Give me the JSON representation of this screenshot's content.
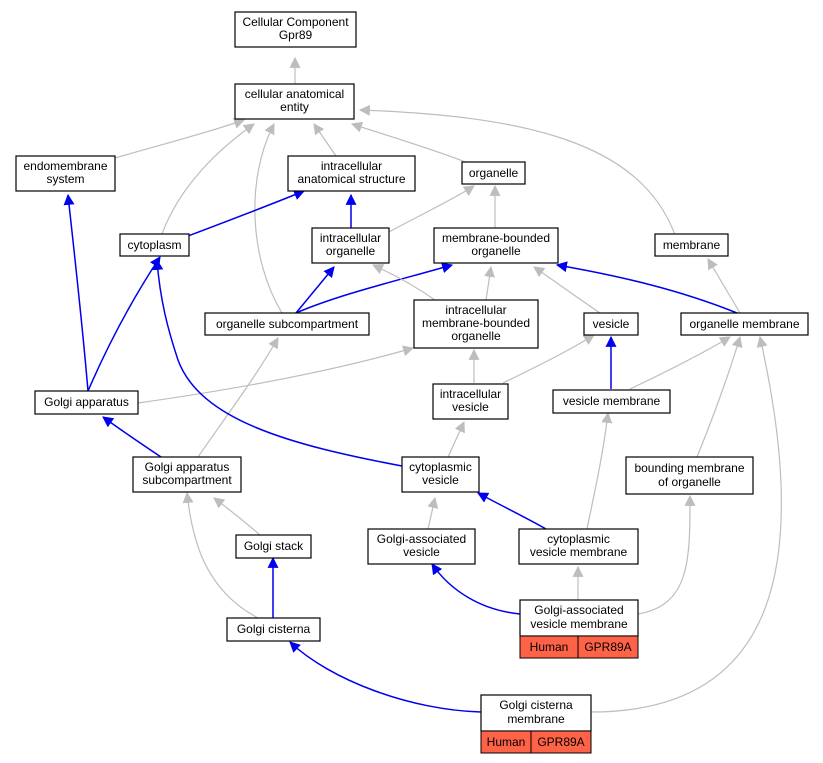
{
  "colors": {
    "is_a_edge": "#bdbdbd",
    "part_of_edge": "#0000ee",
    "annotation_badge": "#ff6347"
  },
  "nodes": {
    "cc_root": {
      "lines": [
        "Cellular Component",
        "Gpr89"
      ]
    },
    "cellular_anatomical_entity": {
      "lines": [
        "cellular anatomical",
        "entity"
      ]
    },
    "endomembrane_system": {
      "lines": [
        "endomembrane",
        "system"
      ]
    },
    "intracellular_anatomical_structure": {
      "lines": [
        "intracellular",
        "anatomical structure"
      ]
    },
    "organelle": {
      "lines": [
        "organelle"
      ]
    },
    "cytoplasm": {
      "lines": [
        "cytoplasm"
      ]
    },
    "intracellular_organelle": {
      "lines": [
        "intracellular",
        "organelle"
      ]
    },
    "membrane_bounded_organelle": {
      "lines": [
        "membrane-bounded",
        "organelle"
      ]
    },
    "membrane": {
      "lines": [
        "membrane"
      ]
    },
    "organelle_subcompartment": {
      "lines": [
        "organelle subcompartment"
      ]
    },
    "intracellular_membrane_bounded_organelle": {
      "lines": [
        "intracellular",
        "membrane-bounded",
        "organelle"
      ]
    },
    "vesicle": {
      "lines": [
        "vesicle"
      ]
    },
    "organelle_membrane": {
      "lines": [
        "organelle membrane"
      ]
    },
    "golgi_apparatus": {
      "lines": [
        "Golgi apparatus"
      ]
    },
    "intracellular_vesicle": {
      "lines": [
        "intracellular",
        "vesicle"
      ]
    },
    "vesicle_membrane": {
      "lines": [
        "vesicle membrane"
      ]
    },
    "golgi_apparatus_subcompartment": {
      "lines": [
        "Golgi apparatus",
        "subcompartment"
      ]
    },
    "cytoplasmic_vesicle": {
      "lines": [
        "cytoplasmic",
        "vesicle"
      ]
    },
    "bounding_membrane_of_organelle": {
      "lines": [
        "bounding membrane",
        "of organelle"
      ]
    },
    "golgi_stack": {
      "lines": [
        "Golgi stack"
      ]
    },
    "golgi_associated_vesicle": {
      "lines": [
        "Golgi-associated",
        "vesicle"
      ]
    },
    "cytoplasmic_vesicle_membrane": {
      "lines": [
        "cytoplasmic",
        "vesicle membrane"
      ]
    },
    "golgi_associated_vesicle_membrane": {
      "lines": [
        "Golgi-associated",
        "vesicle membrane"
      ],
      "badge": [
        "Human",
        "GPR89A"
      ]
    },
    "golgi_cisterna": {
      "lines": [
        "Golgi cisterna"
      ]
    },
    "golgi_cisterna_membrane": {
      "lines": [
        "Golgi cisterna",
        "membrane"
      ],
      "badge": [
        "Human",
        "GPR89A"
      ]
    }
  }
}
